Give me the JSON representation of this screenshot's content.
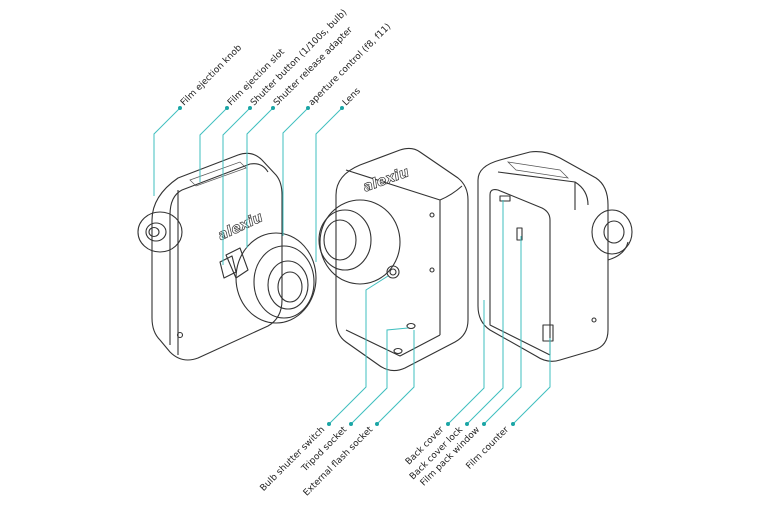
{
  "brand": "alexiu",
  "colors": {
    "leader": "#3fbfbf",
    "dot": "#1aa5a5",
    "outline": "#333333"
  },
  "top_labels": [
    "Film ejection knob",
    "Film ejection slot",
    "Shutter button (1/100s, bulb)",
    "Shutter release adapter",
    "aperture control (f8, f11)",
    "Lens"
  ],
  "bottom_labels": [
    "Bulb shutter switch",
    "Tripod socket",
    "External flash socket",
    "Back cover",
    "Back cover lock",
    "Film pack window",
    "Film counter"
  ]
}
